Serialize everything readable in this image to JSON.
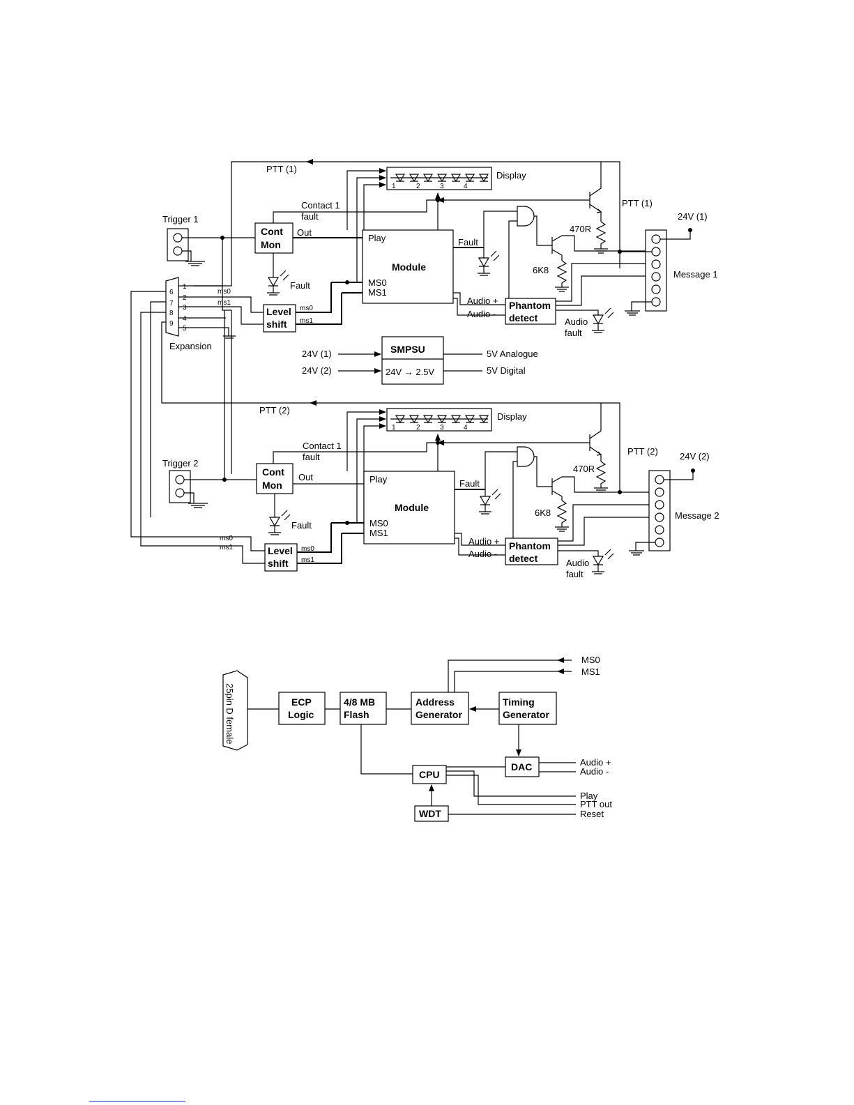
{
  "channel1": {
    "ptt_top": "PTT (1)",
    "display": "Display",
    "display_nums": [
      "1",
      "2",
      "3",
      "4"
    ],
    "contact_fault_1": "Contact 1",
    "contact_fault_2": "fault",
    "ptt_right": "PTT (1)",
    "v24": "24V (1)",
    "trigger": "Trigger 1",
    "cont_mon_1": "Cont",
    "cont_mon_2": "Mon",
    "out": "Out",
    "play": "Play",
    "fault_module": "Fault",
    "module": "Module",
    "r470": "470R",
    "r6k8": "6K8",
    "message": "Message 1",
    "fault_led": "Fault",
    "ms0": "MS0",
    "ms1": "MS1",
    "audio_plus": "Audio +",
    "audio_minus": "Audio -",
    "phantom_1": "Phantom",
    "phantom_2": "detect",
    "audio_fault_1": "Audio",
    "audio_fault_2": "fault",
    "level_1": "Level",
    "level_2": "shift",
    "ms0_small": "ms0",
    "ms1_small": "ms1"
  },
  "expansion": {
    "label": "Expansion",
    "pins": [
      "1",
      "2",
      "3",
      "4",
      "5",
      "6",
      "7",
      "8",
      "9"
    ],
    "ms0": "ms0",
    "ms1": "ms1"
  },
  "smpsu": {
    "title": "SMPSU",
    "conv": "24V → 2.5V",
    "in1": "24V (1)",
    "in2": "24V (2)",
    "out1": "5V Analogue",
    "out2": "5V Digital"
  },
  "channel2": {
    "ptt_top": "PTT (2)",
    "display": "Display",
    "display_nums": [
      "1",
      "2",
      "3",
      "4"
    ],
    "contact_fault_1": "Contact 1",
    "contact_fault_2": "fault",
    "ptt_right": "PTT (2)",
    "v24": "24V (2)",
    "trigger": "Trigger 2",
    "cont_mon_1": "Cont",
    "cont_mon_2": "Mon",
    "out": "Out",
    "play": "Play",
    "fault_module": "Fault",
    "module": "Module",
    "r470": "470R",
    "r6k8": "6K8",
    "message": "Message 2",
    "fault_led": "Fault",
    "ms0": "MS0",
    "ms1": "MS1",
    "audio_plus": "Audio +",
    "audio_minus": "Audio -",
    "phantom_1": "Phantom",
    "phantom_2": "detect",
    "audio_fault_1": "Audio",
    "audio_fault_2": "fault",
    "level_1": "Level",
    "level_2": "shift",
    "ms0_small": "ms0",
    "ms1_small": "ms1"
  },
  "module_diagram": {
    "connector": "25pin D female",
    "ecp_1": "ECP",
    "ecp_2": "Logic",
    "flash_1": "4/8 MB",
    "flash_2": "Flash",
    "addr_1": "Address",
    "addr_2": "Generator",
    "timing_1": "Timing",
    "timing_2": "Generator",
    "cpu": "CPU",
    "dac": "DAC",
    "wdt": "WDT",
    "ms0": "MS0",
    "ms1": "MS1",
    "audio_plus": "Audio +",
    "audio_minus": "Audio -",
    "play": "Play",
    "ptt_out": "PTT out",
    "reset": "Reset"
  }
}
